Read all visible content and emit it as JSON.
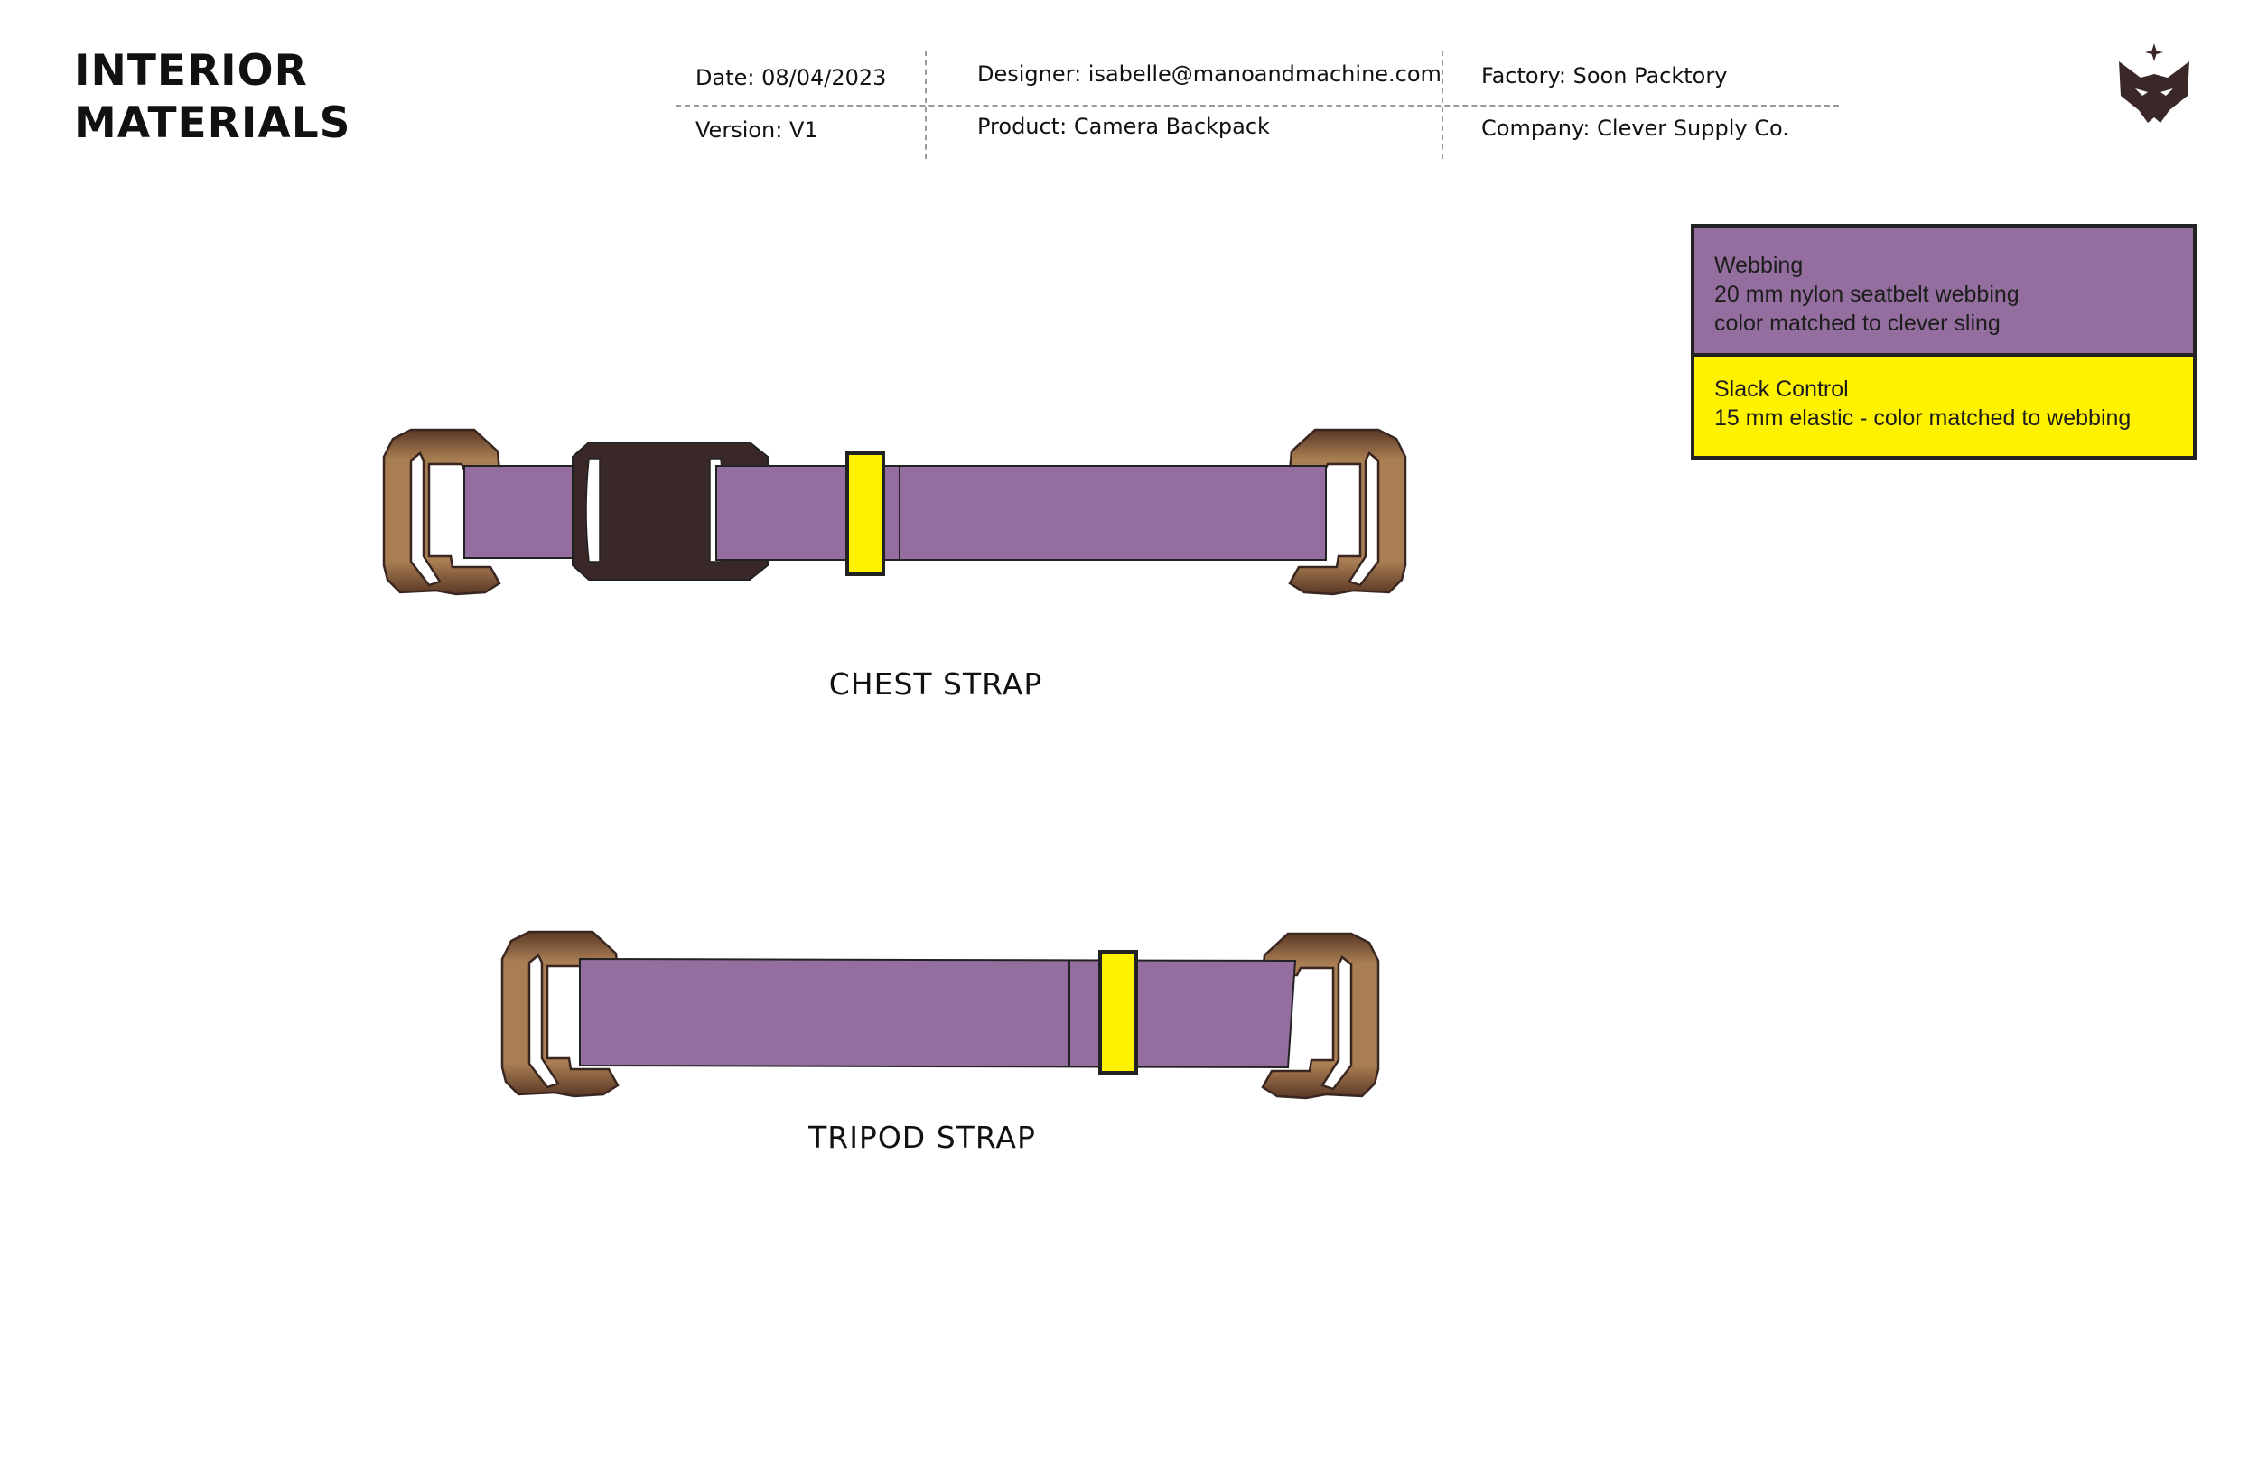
{
  "page": {
    "title_line1": "INTERIOR",
    "title_line2": "MATERIALS"
  },
  "header": {
    "date": "Date: 08/04/2023",
    "version": "Version: V1",
    "designer": "Designer: isabelle@manoandmachine.com",
    "product": "Product: Camera Backpack",
    "factory": "Factory: Soon Packtory",
    "company": "Company: Clever Supply Co."
  },
  "logo": {
    "icon": "fox-head-star-icon"
  },
  "legend": {
    "webbing": {
      "title": "Webbing",
      "line1": "20 mm nylon seatbelt webbing",
      "line2": "color matched to clever sling",
      "color": "#936e9e"
    },
    "elastic": {
      "title": "Slack Control",
      "line1": "15 mm elastic - color matched to webbing",
      "color": "#fff200"
    }
  },
  "straps": {
    "chest": {
      "label": "CHEST STRAP"
    },
    "tripod": {
      "label": "TRIPOD STRAP"
    }
  },
  "colors": {
    "buckle_dark": "#3a2828",
    "hook_brown": "#a97e53",
    "hook_outline": "#3a2620",
    "outline": "#222222"
  }
}
